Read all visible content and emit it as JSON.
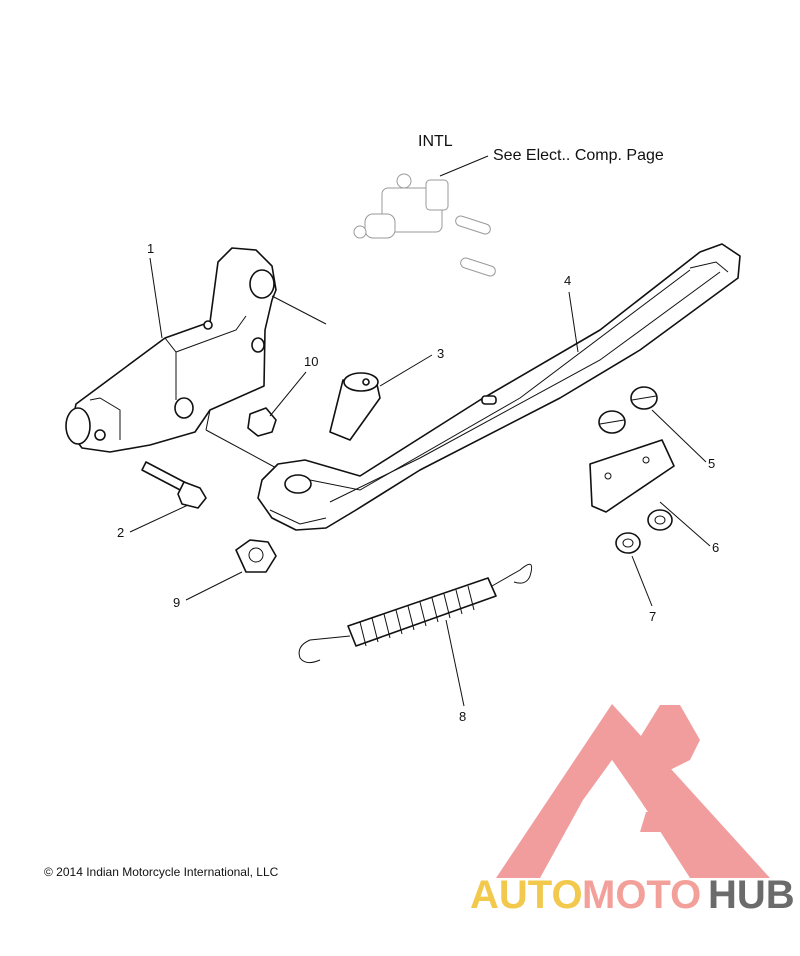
{
  "header": {
    "intl_label": "INTL",
    "see_note": "See Elect.. Comp. Page"
  },
  "callouts": [
    "1",
    "2",
    "3",
    "4",
    "5",
    "6",
    "7",
    "8",
    "9",
    "10"
  ],
  "footer": {
    "copyright": "© 2014 Indian Motorcycle International, LLC"
  },
  "watermark": {
    "part1": "AUTO",
    "part2": "MOTO",
    "part3": "HUB",
    "colors": {
      "auto": "#f2c94c",
      "moto": "#f4a09a",
      "hub": "#6b6b6b",
      "triangle": "#f08c8c"
    }
  }
}
